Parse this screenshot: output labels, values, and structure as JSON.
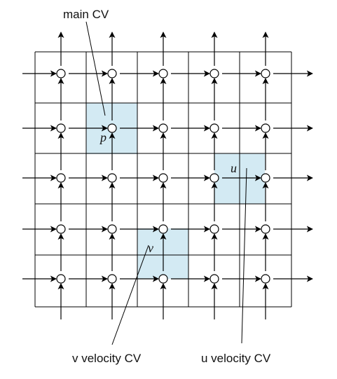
{
  "labels": {
    "main_cv": "main CV",
    "v_velocity_cv": "v velocity CV",
    "u_velocity_cv": "u velocity CV",
    "p_symbol": "p",
    "u_symbol": "u",
    "v_symbol": "v"
  },
  "grid": {
    "rows": 5,
    "cols": 5
  },
  "colors": {
    "highlight": "#d3eaf3",
    "stroke": "#000000"
  }
}
